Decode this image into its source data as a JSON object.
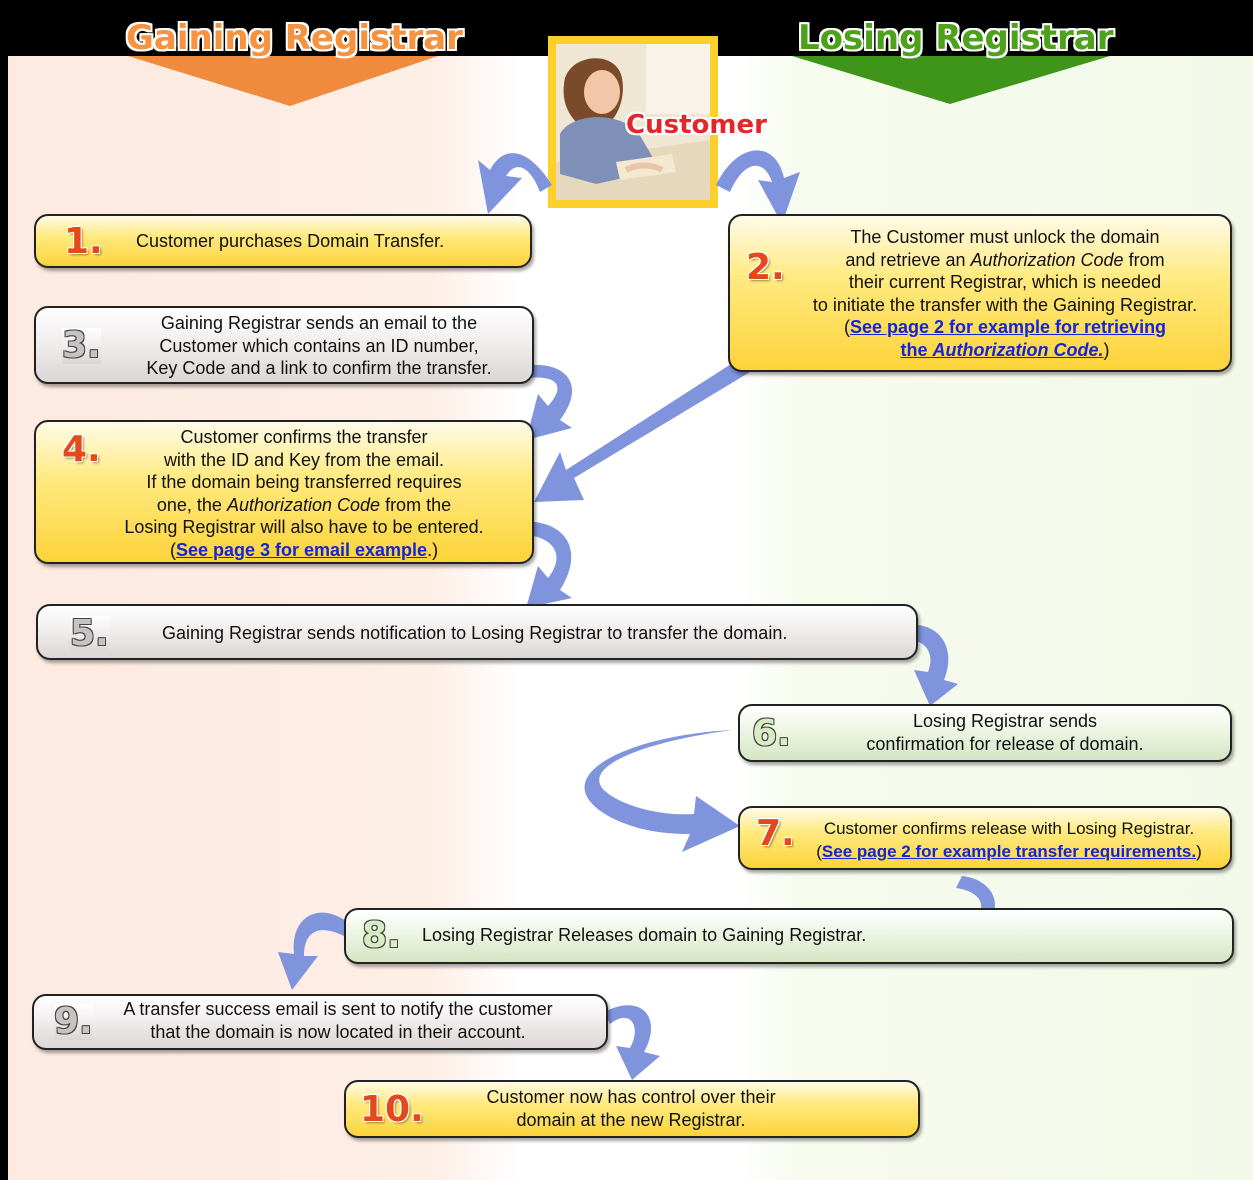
{
  "headings": {
    "gaining": "Gaining Registrar",
    "losing": "Losing Registrar",
    "customer": "Customer"
  },
  "steps": [
    {
      "num": "1.",
      "lines": [
        "Customer purchases Domain Transfer."
      ]
    },
    {
      "num": "2.",
      "lines": [
        "The Customer must unlock the domain",
        [
          "and retrieve an ",
          {
            "i": "Authorization Code"
          },
          " from"
        ],
        "their current Registrar, which is needed",
        "to initiate the transfer with the Gaining Registrar.",
        [
          "(",
          {
            "a": "See page 2 for example for retrieving"
          }
        ],
        [
          {
            "a": "the "
          },
          {
            "ai": "Authorization Code."
          },
          ")"
        ]
      ]
    },
    {
      "num": "3.",
      "lines": [
        "Gaining Registrar sends an email to the",
        "Customer which contains an ID number,",
        "Key Code and a link to confirm the transfer."
      ]
    },
    {
      "num": "4.",
      "lines": [
        "Customer confirms the transfer",
        "with the ID and Key from the email.",
        "If the domain being transferred requires",
        [
          "one, the ",
          {
            "i": "Authorization Code"
          },
          " from the"
        ],
        "Losing Registrar will also have to be entered.",
        [
          "(",
          {
            "a": "See page 3 for email example"
          },
          ".)"
        ]
      ]
    },
    {
      "num": "5.",
      "lines": [
        "Gaining Registrar sends notification to Losing Registrar to transfer the domain."
      ]
    },
    {
      "num": "6.",
      "lines": [
        "Losing Registrar sends",
        "confirmation for release of domain."
      ]
    },
    {
      "num": "7.",
      "lines": [
        "Customer confirms release with Losing Registrar.",
        [
          "(",
          {
            "a": "See page 2 for example transfer requirements."
          },
          ")"
        ]
      ]
    },
    {
      "num": "8.",
      "lines": [
        "Losing Registrar Releases domain to Gaining Registrar."
      ]
    },
    {
      "num": "9.",
      "lines": [
        "A transfer success email is sent to notify the customer",
        "that the domain is now located in their account."
      ]
    },
    {
      "num": "10.",
      "lines": [
        "Customer now has control over their",
        "domain at the new Registrar."
      ]
    }
  ],
  "colors": {
    "gaining": "#f7923f",
    "losing": "#4ea21b",
    "customer_label": "#e3262a",
    "arrow": "#7f94dc",
    "link": "#1524d6",
    "number_red": "#e4491c"
  }
}
